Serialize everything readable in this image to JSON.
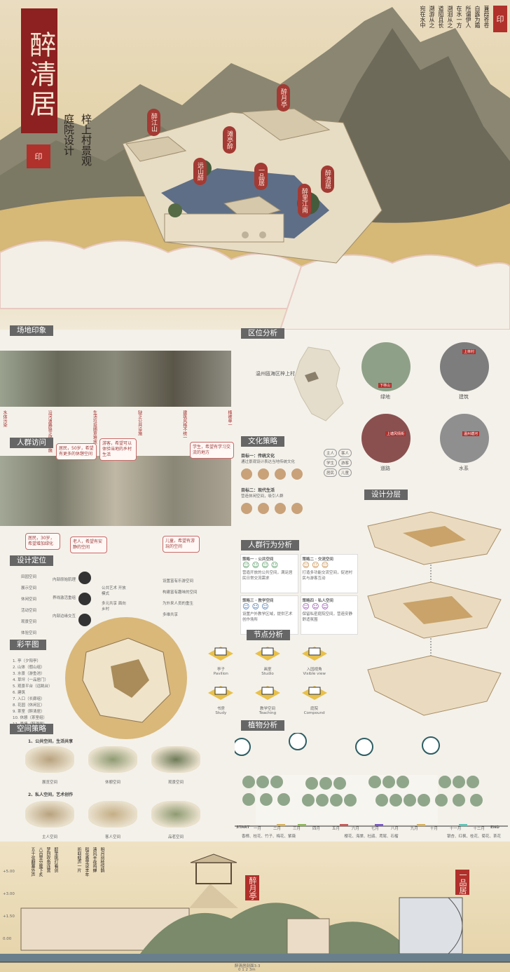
{
  "hero": {
    "title": "醉清居",
    "subtitle_left": "庭院设计",
    "subtitle_right": "梓上村景观",
    "seal_text": "印",
    "poem_columns": [
      "蒹葭苍苍",
      "白露为霜",
      "所谓伊人",
      "在水一方",
      "溯洄从之",
      "道阻且长",
      "溯游从之",
      "宛在水中"
    ],
    "top_seal": "印",
    "tags": [
      "醉江山",
      "滩亭醉",
      "远山醉",
      "醉月亭",
      "一品居",
      "醉清居",
      "醉里江南"
    ]
  },
  "sections": {
    "site": "场地印象",
    "location": "区位分析",
    "crowd": "人群访问",
    "culture": "文化策略",
    "layers": "设计分层",
    "positioning": "设计定位",
    "behavior": "人群行为分析",
    "plan": "彩平图",
    "nodes": "节点分析",
    "plants": "植物分析",
    "space": "空间策略"
  },
  "location": {
    "map_label": "温州瓯海区梓上村",
    "circles": [
      {
        "label": "绿地",
        "tag": "下林山"
      },
      {
        "label": "建筑",
        "tag": "上林村"
      },
      {
        "label": "道路",
        "tag": "上塘风情街"
      },
      {
        "label": "水系",
        "tag": "温州塘河"
      }
    ]
  },
  "site_notes": [
    "水体污染",
    "沿河道路缺乏绿化设施",
    "生活垃圾随意堆放",
    "缺乏公共设施",
    "建筑风格不统一",
    "植被单一"
  ],
  "crowd_notes": [
    "居民，50岁，希望有更多的休憩空间",
    "游客，希望可以体验当地的乡村生活",
    "学生，希望有学习交流的地方",
    "居民，30岁，希望增加绿化",
    "老人，希望有安静的空间",
    "儿童，希望有游玩的空间"
  ],
  "culture": {
    "item1_title": "目标一：传统文化",
    "item1_text": "通过景观设计表达当地传统文化",
    "item2_title": "目标二：现代生活",
    "item2_text": "营造休闲空间，吸引人群",
    "bubbles": [
      "主人",
      "客人",
      "学生",
      "游客",
      "居民",
      "儿童"
    ]
  },
  "positioning": {
    "left": [
      "田园空间",
      "展示空间",
      "休闲空间",
      "活动空间",
      "观景空间",
      "体验空间"
    ],
    "mid": [
      "内部原始肌理",
      "界线激活重组",
      "内部边缘交互"
    ],
    "center": [
      "公共艺术 开放模式",
      "多元共享 面向乡村"
    ],
    "right": [
      "设置富有乐游空间",
      "构建富有趣味的空间",
      "为外来人员的重生",
      "多维共享"
    ]
  },
  "behavior": [
    {
      "title": "策略一 · 公共空间",
      "text": "营造开放的公共空间，满足居民日常交流需求"
    },
    {
      "title": "策略二 · 交流空间",
      "text": "打造多功能交流空间，促进村民与游客互动"
    },
    {
      "title": "策略三 · 教学空间",
      "text": "设置户外教学区域，提供艺术创作场所"
    },
    {
      "title": "策略四 · 私人空间",
      "text": "保留私密庭院空间，营造安静舒适氛围"
    }
  ],
  "plan_legend": [
    "1. 亭（夕阳亭）",
    "2. 山体（假山组）",
    "3. 水景（游鱼池）",
    "4. 草坪（一品居门）",
    "5. 观景平台（远眺台）",
    "6. 建筑",
    "7. 入口（长廊组）",
    "8. 花园（休闲区）",
    "9. 茶室（醉清居）",
    "10. 休憩（茶室组）",
    "11. 景墙（醉酒居）"
  ],
  "nodes": [
    {
      "cn": "亭子",
      "en": "Pavilion"
    },
    {
      "cn": "画室",
      "en": "Studio"
    },
    {
      "cn": "入园视角",
      "en": "Visible view"
    },
    {
      "cn": "书房",
      "en": "Study"
    },
    {
      "cn": "教学空间",
      "en": "Teaching"
    },
    {
      "cn": "庭院",
      "en": "Compound"
    }
  ],
  "space": {
    "group1": "1、公共空间，生活共享",
    "group1_items": [
      "展览空间",
      "休憩空间",
      "观景空间"
    ],
    "group2": "2、私人空间，艺术创作",
    "group2_items": [
      "主人空间",
      "客人空间",
      "品茗空间"
    ]
  },
  "plants": {
    "timeline_start": "START",
    "timeline_end": "END",
    "months": [
      "一月",
      "二月",
      "三月",
      "四月",
      "五月",
      "六月",
      "七月",
      "八月",
      "九月",
      "十月",
      "十一月",
      "十二月"
    ],
    "row1": "香樟、桂花、竹子、梅花、紫薇",
    "row2": "樱花、海棠、杜鹃、鸢尾、石榴",
    "row3": "银杏、红枫、桂花、菊花、茶花"
  },
  "section_drawing": {
    "caption": "醉清居剖面3-3",
    "scale": "0   1   2   3m",
    "levels": [
      "+5.00",
      "+3.00",
      "+1.50",
      "0.00"
    ],
    "poem_left": [
      "醉里挑灯看剑",
      "梦回吹角连营",
      "八百里分麾下炙",
      "五十弦翻塞外声"
    ],
    "poem_right": [
      "明月别枝惊鹊",
      "清风半夜鸣蝉",
      "稻花香里说丰年",
      "听取蛙声一片"
    ],
    "tags": [
      "醉月亭",
      "一品居"
    ]
  },
  "colors": {
    "seal_red": "#a32a2a",
    "section_grey": "#666666",
    "sand": "#d6b877"
  }
}
